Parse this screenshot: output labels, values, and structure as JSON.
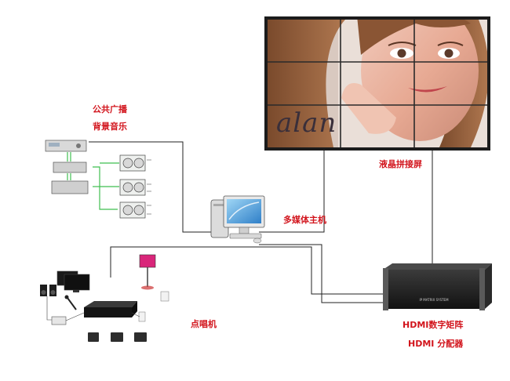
{
  "labels": {
    "public_broadcast": "公共广播",
    "background_music": "背景音乐",
    "lcd_splice_screen": "液晶拼接屏",
    "multimedia_host": "多媒体主机",
    "karaoke": "点唱机",
    "hdmi_matrix": "HDMI数字矩阵",
    "hdmi_splitter": "HDMI 分配器"
  },
  "screen_logo": "alan",
  "matrix_panel_text": "IP MATRIX SYSTEM",
  "colors": {
    "label_red": "#d2141c",
    "line": "#222222",
    "green_arrow": "#3fbf4f"
  }
}
